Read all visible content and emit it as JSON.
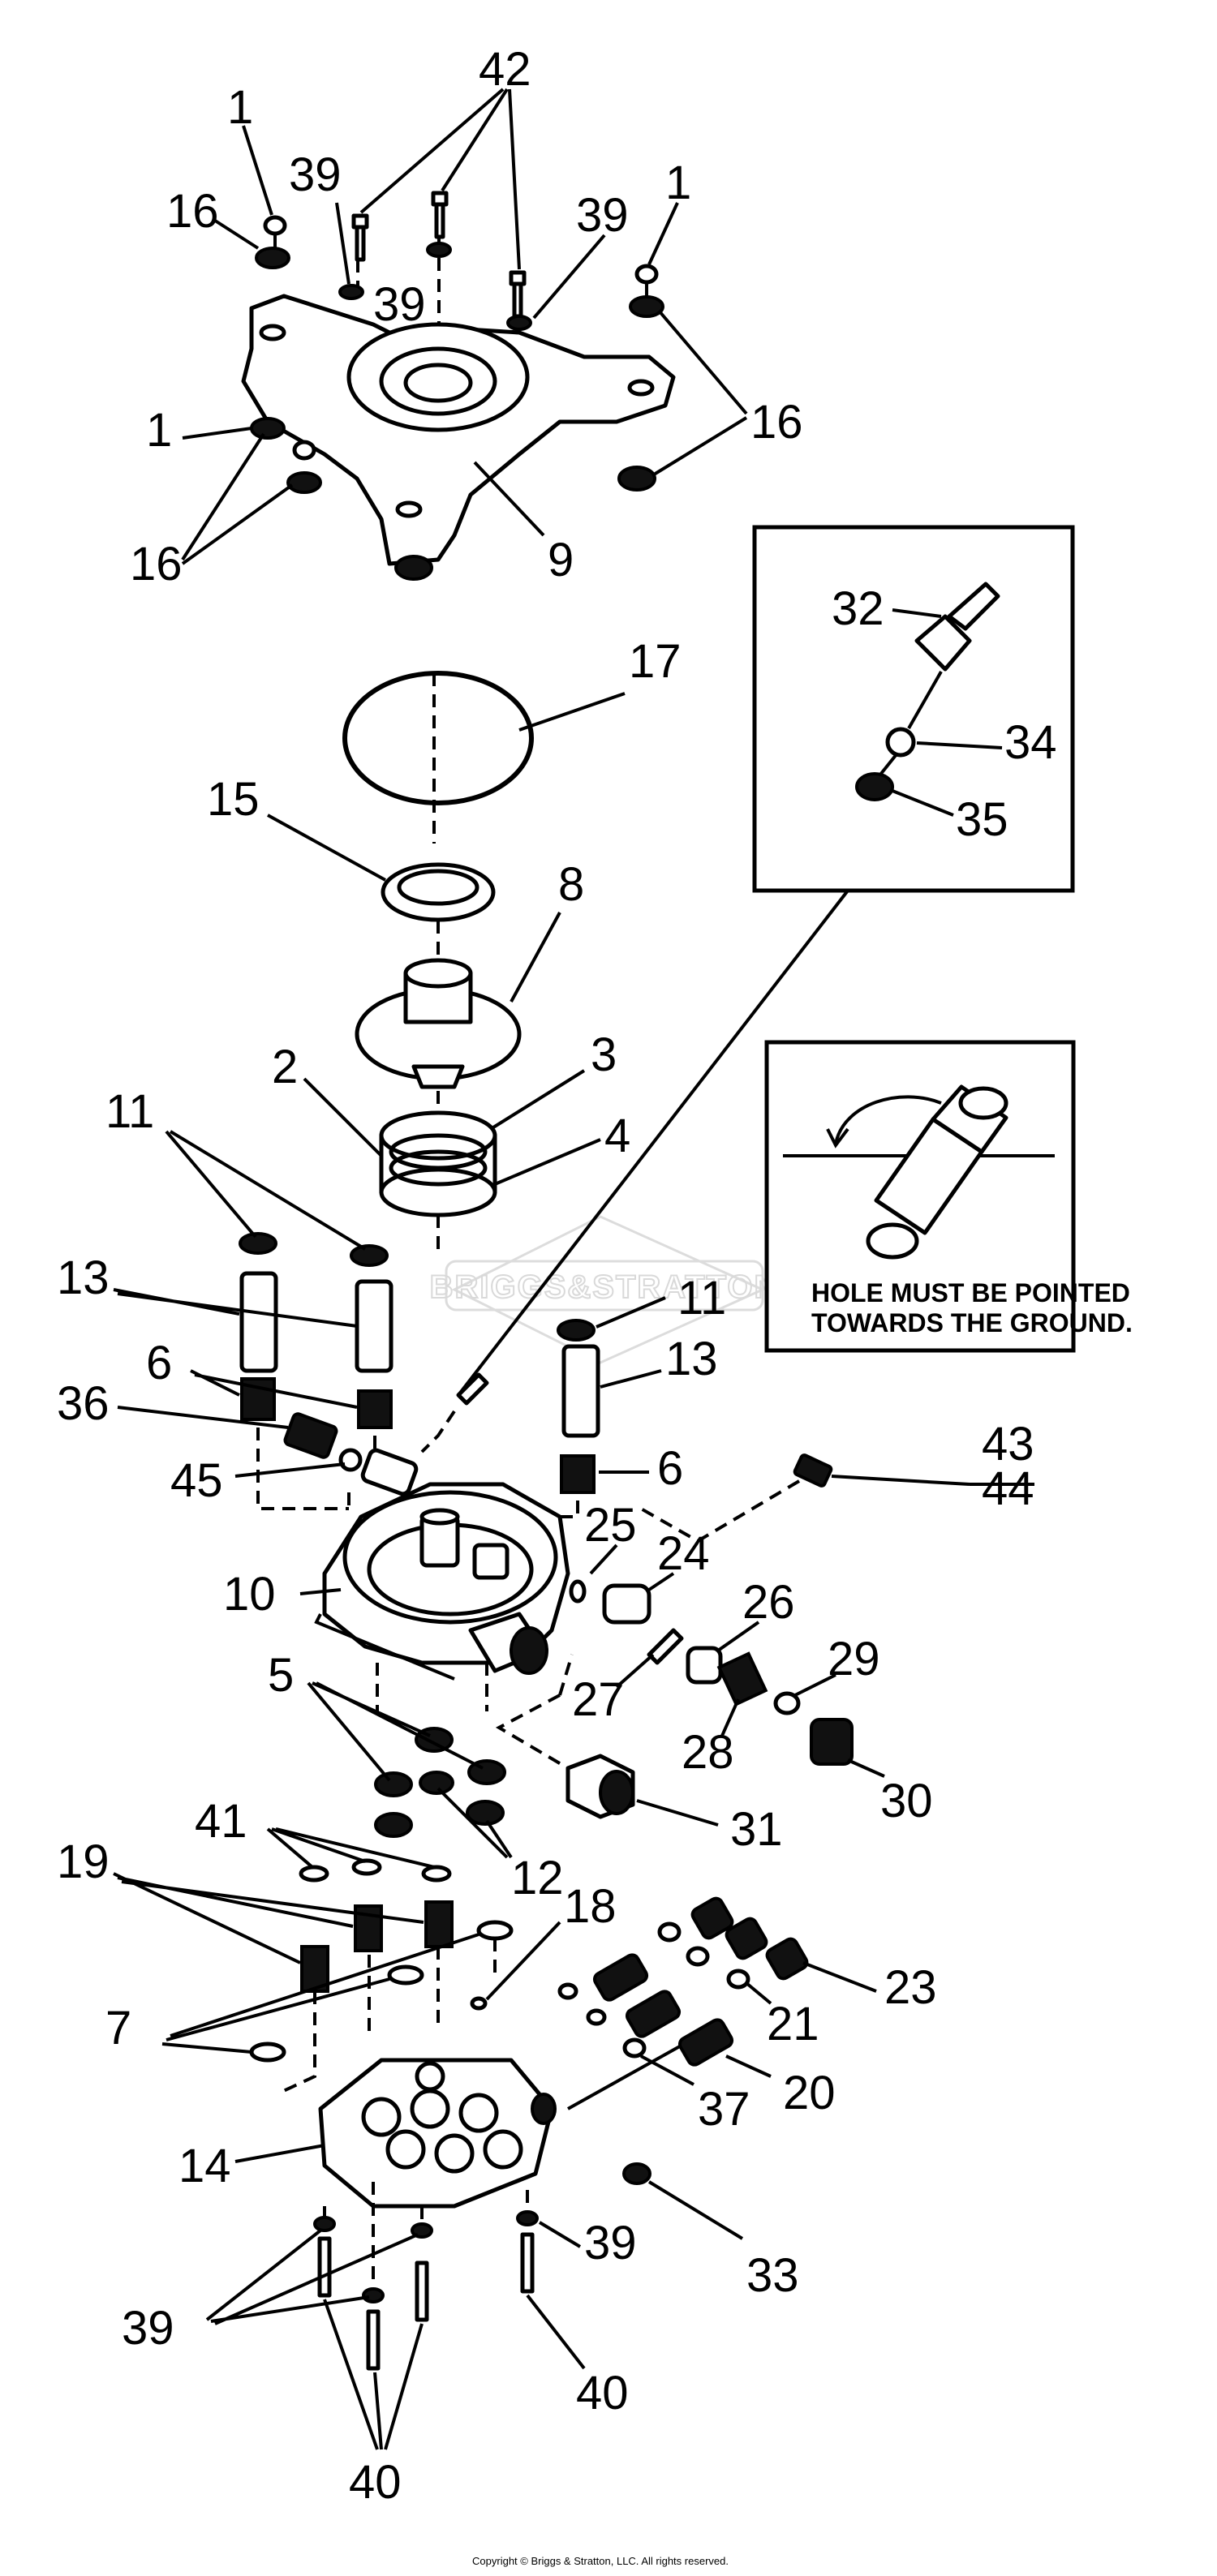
{
  "callouts": {
    "c1a": "1",
    "c1b": "1",
    "c1c": "1",
    "c42": "42",
    "c16a": "16",
    "c16b": "16",
    "c16c": "16",
    "c39a": "39",
    "c39b": "39",
    "c39c": "39",
    "c9": "9",
    "c32": "32",
    "c34": "34",
    "c35": "35",
    "c17": "17",
    "c15": "15",
    "c8": "8",
    "c2": "2",
    "c3": "3",
    "c4": "4",
    "c11a": "11",
    "c11b": "11",
    "c13a": "13",
    "c13b": "13",
    "c6a": "6",
    "c6b": "6",
    "c36": "36",
    "c45": "45",
    "c43": "43",
    "c44": "44",
    "c10": "10",
    "c25": "25",
    "c24": "24",
    "c26": "26",
    "c27": "27",
    "c28": "28",
    "c29": "29",
    "c30": "30",
    "c31": "31",
    "c5": "5",
    "c12": "12",
    "c41": "41",
    "c19": "19",
    "c18": "18",
    "c7": "7",
    "c23": "23",
    "c21": "21",
    "c20": "20",
    "c37": "37",
    "c14": "14",
    "c33": "33",
    "c39d": "39",
    "c39e": "39",
    "c40a": "40",
    "c40b": "40"
  },
  "note": {
    "line1": "HOLE MUST BE POINTED",
    "line2": "TOWARDS THE GROUND."
  },
  "watermark": "BRIGGS&STRATTON",
  "copyright": "Copyright © Briggs & Stratton, LLC. All rights reserved."
}
